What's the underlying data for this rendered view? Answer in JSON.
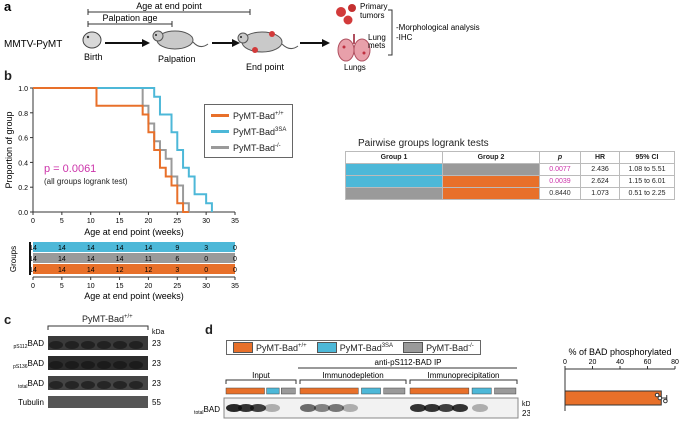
{
  "panel_a": {
    "letter": "a",
    "age_at_end_point": "Age at end point",
    "palpation_age": "Palpation age",
    "model": "MMTV-PyMT",
    "steps": [
      "Birth",
      "Palpation",
      "End point"
    ],
    "primary_tumors": "Primary\ntumors",
    "lung_mets": "Lung\nmets",
    "lungs": "Lungs",
    "analyses": [
      "-Morphological analysis",
      "-IHC"
    ]
  },
  "panel_b": {
    "letter": "b",
    "p_text": "p = 0.0061",
    "p_subtext": "(all groups logrank test)",
    "groups_label": "Groups",
    "pairwise_title": "Pairwise groups logrank tests",
    "pairwise_headers": [
      "Group 1",
      "Group 2",
      "p",
      "HR",
      "95% CI"
    ],
    "pairwise_rows": [
      {
        "g1": "#4db8d8",
        "g2": "#9a9a9a",
        "p": "0.0077",
        "hr": "2.436",
        "ci": "1.08 to 5.51",
        "p_color": "#cc33aa"
      },
      {
        "g1": "#4db8d8",
        "g2": "#e8702a",
        "p": "0.0039",
        "hr": "2.624",
        "ci": "1.15 to 6.01",
        "p_color": "#cc33aa"
      },
      {
        "g1": "#9a9a9a",
        "g2": "#e8702a",
        "p": "0.8440",
        "hr": "1.073",
        "ci": "0.51 to 2.25",
        "p_color": "#333333"
      }
    ],
    "risk_table": {
      "x_ticks": [
        0,
        5,
        10,
        15,
        20,
        25,
        30,
        35
      ],
      "xlabel": "Age at end point (weeks)",
      "rows": [
        {
          "color": "#4db8d8",
          "values": [
            "14",
            "14",
            "14",
            "14",
            "14",
            "9",
            "3",
            "0"
          ]
        },
        {
          "color": "#9a9a9a",
          "values": [
            "14",
            "14",
            "14",
            "14",
            "11",
            "6",
            "0",
            "0"
          ]
        },
        {
          "color": "#e8702a",
          "values": [
            "14",
            "14",
            "14",
            "12",
            "12",
            "3",
            "0",
            "0"
          ]
        }
      ]
    }
  },
  "chart_data": [
    {
      "type": "line",
      "title": "",
      "xlabel": "Age at end point (weeks)",
      "ylabel": "Proportion of group",
      "xlim": [
        0,
        35
      ],
      "ylim": [
        0,
        1
      ],
      "x_ticks": [
        0,
        5,
        10,
        15,
        20,
        25,
        30,
        35
      ],
      "y_ticks": [
        0,
        0.2,
        0.4,
        0.6,
        0.8,
        1.0
      ],
      "legend_position": "right",
      "series": [
        {
          "name": "PyMT-Bad+/+",
          "base": "PyMT-Bad",
          "sup": "+/+",
          "color": "#e8702a",
          "x": [
            0,
            11,
            11,
            19,
            19,
            20,
            20,
            21,
            21,
            22,
            22,
            23,
            23,
            24,
            24,
            25,
            25,
            26,
            26,
            27
          ],
          "y": [
            1,
            1,
            0.857,
            0.857,
            0.786,
            0.786,
            0.643,
            0.643,
            0.5,
            0.5,
            0.357,
            0.357,
            0.286,
            0.286,
            0.214,
            0.214,
            0.071,
            0.071,
            0,
            0
          ]
        },
        {
          "name": "PyMT-Bad3SA",
          "base": "PyMT-Bad",
          "sup": "3SA",
          "color": "#4db8d8",
          "x": [
            0,
            21,
            21,
            22,
            22,
            24,
            24,
            25,
            25,
            26,
            26,
            27,
            27,
            28,
            28,
            30,
            30,
            31,
            31
          ],
          "y": [
            1,
            1,
            0.929,
            0.929,
            0.786,
            0.786,
            0.643,
            0.643,
            0.5,
            0.5,
            0.357,
            0.357,
            0.286,
            0.286,
            0.143,
            0.143,
            0.071,
            0.071,
            0
          ]
        },
        {
          "name": "PyMT-Bad-/-",
          "base": "PyMT-Bad",
          "sup": "-/-",
          "color": "#9a9a9a",
          "x": [
            0,
            19,
            19,
            20,
            20,
            21,
            21,
            22,
            22,
            23,
            23,
            24,
            24,
            25,
            25,
            26,
            26,
            27,
            27,
            28
          ],
          "y": [
            1,
            1,
            0.857,
            0.857,
            0.714,
            0.714,
            0.571,
            0.571,
            0.5,
            0.5,
            0.429,
            0.429,
            0.286,
            0.286,
            0.214,
            0.214,
            0.071,
            0.071,
            0,
            0
          ]
        }
      ]
    },
    {
      "type": "bar",
      "title": "% of BAD phosphorylated",
      "x_ticks": [
        0,
        20,
        40,
        60,
        80
      ],
      "xlim": [
        0,
        80
      ],
      "values": [
        70
      ],
      "points": [
        67,
        69,
        73
      ],
      "error": 4,
      "color": "#e8702a"
    }
  ],
  "panel_c": {
    "letter": "c",
    "genotype_base": "PyMT-Bad",
    "genotype_sup": "+/+",
    "kda": "kDa",
    "rows": [
      {
        "sub": "pS112",
        "main": "BAD",
        "kda": "23"
      },
      {
        "sub": "pS136",
        "main": "BAD",
        "kda": "23"
      },
      {
        "sub": "total",
        "main": "BAD",
        "kda": "23"
      },
      {
        "sub": "",
        "main": "Tubulin",
        "kda": "55"
      }
    ]
  },
  "panel_d": {
    "letter": "d",
    "legend": [
      {
        "base": "PyMT-Bad",
        "sup": "+/+",
        "color": "#e8702a"
      },
      {
        "base": "PyMT-Bad",
        "sup": "3SA",
        "color": "#4db8d8"
      },
      {
        "base": "PyMT-Bad",
        "sup": "-/-",
        "color": "#9a9a9a"
      }
    ],
    "ip_title": "anti-pS112-BAD IP",
    "sections": [
      "Input",
      "Immunodepletion",
      "Immunoprecipitation"
    ],
    "kda": "kDa",
    "kda_value": "23",
    "blot_sub": "total",
    "blot_main": "BAD"
  }
}
